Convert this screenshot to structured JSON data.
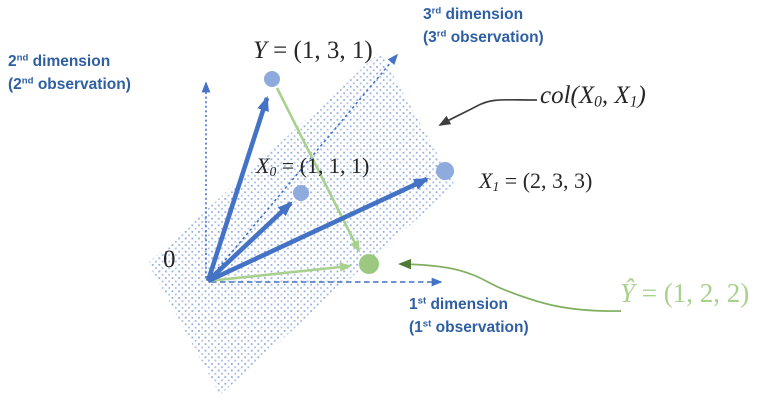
{
  "colors": {
    "vector_blue": "#4472C4",
    "dot_blue": "#8FAADC",
    "plane_dot_blue": "#93AEDC",
    "axis_blue": "#4472C4",
    "label_blue": "#2E5FA3",
    "math_black": "#262626",
    "green_light": "#A9D18E",
    "green_dot": "#9CC97F",
    "green_curve": "#7FAF5F",
    "green_arrow_dark": "#4E7A35",
    "annotation_black": "#404040"
  },
  "axis_labels": {
    "dim2": {
      "l1_base": "2",
      "l1_sup": "nd",
      "l1_rest": " dimension",
      "l2_base": "(2",
      "l2_sup": "nd",
      "l2_rest": " observation)"
    },
    "dim3": {
      "l1_base": "3",
      "l1_sup": "rd",
      "l1_rest": " dimension",
      "l2_base": "(3",
      "l2_sup": "rd",
      "l2_rest": " observation)"
    },
    "dim1": {
      "l1_base": "1",
      "l1_sup": "st",
      "l1_rest": " dimension",
      "l2_base": "(1",
      "l2_sup": "st",
      "l2_rest": " observation)"
    }
  },
  "points": {
    "origin": {
      "label": "0"
    },
    "y": {
      "var": "Y",
      "eq": " = ",
      "value": "(1, 3, 1)"
    },
    "x0": {
      "var": "X",
      "sub": "0",
      "eq": " = ",
      "value": "(1, 1, 1)"
    },
    "x1": {
      "var": "X",
      "sub": "1",
      "eq": " = ",
      "value": "(2, 3, 3)"
    },
    "yhat": {
      "var": "Ŷ",
      "eq": " = ",
      "value": "(1, 2, 2)"
    }
  },
  "annotations": {
    "col_space": {
      "fn": "col",
      "open": "(",
      "var1": "X",
      "sub1": "0",
      "sep": ", ",
      "var2": "X",
      "sub2": "1",
      "close": ")"
    }
  }
}
